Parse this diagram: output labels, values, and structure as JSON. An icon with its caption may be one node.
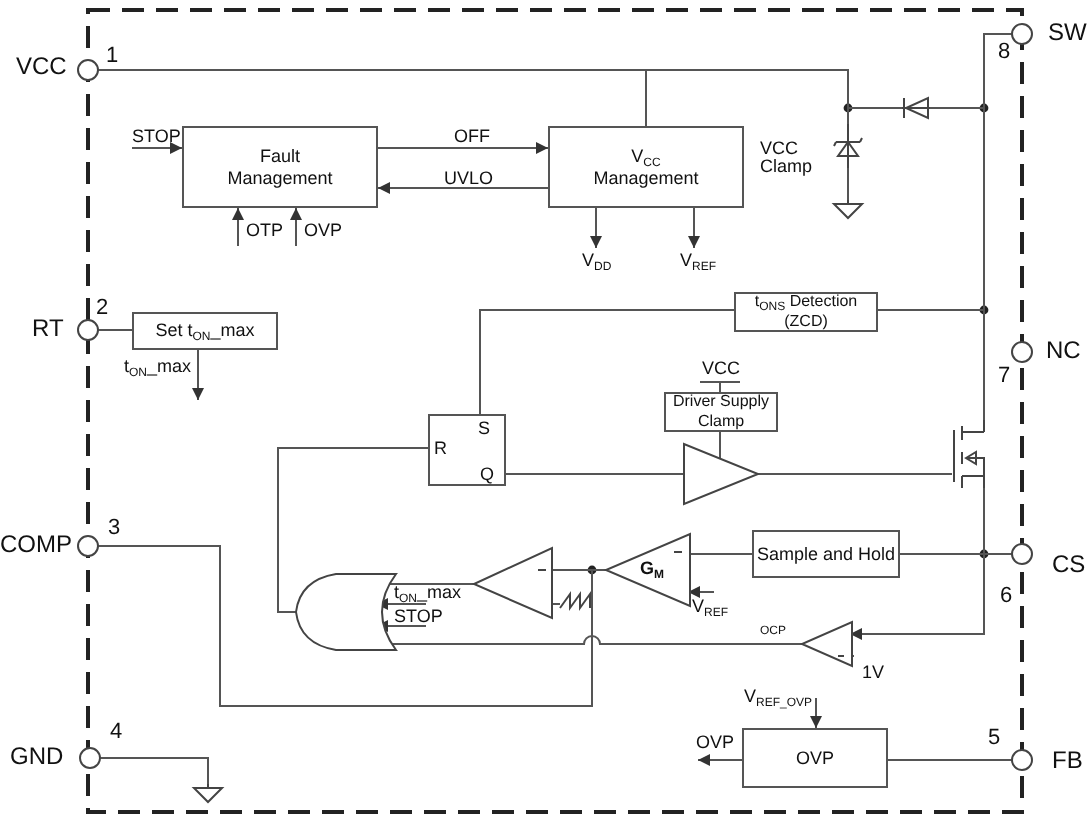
{
  "diagram": {
    "nodes": [
      {
        "text": [
          "VCC"
        ],
        "beside": [
          "1"
        ]
      },
      {
        "text": [
          "SW"
        ],
        "beside": [
          "8"
        ]
      },
      {
        "text": [
          "Fault Management"
        ]
      },
      {
        "text": [
          "V$_{CC}$ Management"
        ]
      },
      {
        "text": [],
        "shape": "diode",
        "beside": [
          "VCC Clamp"
        ]
      },
      {
        "text": [],
        "shape": "diode"
      },
      {
        "text": [],
        "shape": "ground"
      },
      {
        "text": [
          "RT"
        ],
        "beside": [
          "2"
        ]
      },
      {
        "text": [
          "Set t$_{ON}$_max"
        ]
      },
      {
        "text": [
          "t$_{ONS}$ Detection (ZCD)"
        ]
      },
      {
        "text": [
          "NC"
        ],
        "beside": [
          "7"
        ]
      },
      {
        "text": [
          "S",
          "R",
          "Q"
        ]
      },
      {
        "text": [
          "Driver Supply Clamp"
        ]
      },
      {
        "text": [],
        "shape": "triangle"
      },
      {
        "text": [],
        "shape": "transistor"
      },
      {
        "text": [
          "COMP"
        ],
        "beside": [
          "3"
        ]
      },
      {
        "text": [],
        "shape": "triangle"
      },
      {
        "text": [],
        "shape": "ramp"
      },
      {
        "text": [
          "G$_{M}$"
        ]
      },
      {
        "text": [
          "Sample and Hold"
        ]
      },
      {
        "text": [
          "CS"
        ],
        "beside": [
          "6"
        ]
      },
      {
        "text": [],
        "shape": "gate"
      },
      {
        "text": [],
        "shape": "triangle"
      },
      {
        "text": [
          "GND"
        ],
        "beside": [
          "4"
        ]
      },
      {
        "text": [],
        "shape": "ground"
      },
      {
        "text": [
          "OVP"
        ]
      },
      {
        "text": [
          "FB"
        ],
        "beside": [
          "5"
        ]
      }
    ],
    "edges": [
      {
        "from": 0,
        "to": 3,
        "arrow": "none"
      },
      {
        "from": 0,
        "to": 4,
        "arrow": "none"
      },
      {
        "from": 5,
        "to": 4,
        "arrow": "none"
      },
      {
        "from": 1,
        "to": 5,
        "arrow": "none"
      },
      {
        "from": 4,
        "to": 6,
        "arrow": "none"
      },
      {
        "from": 2,
        "to": 3,
        "arrow": "to",
        "label": "OFF"
      },
      {
        "from": 3,
        "to": 2,
        "arrow": "to",
        "label": "UVLO"
      },
      {
        "from": null,
        "to": 2,
        "arrow": "to",
        "label": "STOP"
      },
      {
        "from": null,
        "to": 2,
        "arrow": "to",
        "label": "OTP"
      },
      {
        "from": null,
        "to": 2,
        "arrow": "to",
        "label": "OVP"
      },
      {
        "from": 3,
        "to": null,
        "arrow": "to",
        "label": "V$_{DD}$"
      },
      {
        "from": 3,
        "to": null,
        "arrow": "to",
        "label": "V$_{REF}$"
      },
      {
        "from": 7,
        "to": 8,
        "arrow": "none"
      },
      {
        "from": 8,
        "to": null,
        "arrow": "to",
        "label": "t$_{ON}$_max"
      },
      {
        "from": 1,
        "to": 9,
        "arrow": "none"
      },
      {
        "from": 9,
        "to": 11,
        "arrow": "none"
      },
      {
        "from": 11,
        "to": 13,
        "arrow": "none"
      },
      {
        "from": null,
        "to": 12,
        "arrow": "none",
        "label": "VCC"
      },
      {
        "from": 12,
        "to": 13,
        "arrow": "none"
      },
      {
        "from": 13,
        "to": 14,
        "arrow": "none"
      },
      {
        "from": 1,
        "to": 14,
        "arrow": "none"
      },
      {
        "from": 14,
        "to": 20,
        "arrow": "none"
      },
      {
        "from": 20,
        "to": 19,
        "arrow": "none"
      },
      {
        "from": 19,
        "to": 18,
        "arrow": "none"
      },
      {
        "from": null,
        "to": 18,
        "arrow": "to",
        "label": "V$_{REF}$"
      },
      {
        "from": 18,
        "to": 16,
        "arrow": "none"
      },
      {
        "from": 18,
        "to": 15,
        "arrow": "none"
      },
      {
        "from": 17,
        "to": 16,
        "arrow": "to"
      },
      {
        "from": 16,
        "to": 21,
        "arrow": "none"
      },
      {
        "from": null,
        "to": 21,
        "arrow": "to",
        "label": "t$_{ON}$_max"
      },
      {
        "from": null,
        "to": 21,
        "arrow": "to",
        "label": "STOP"
      },
      {
        "from": 22,
        "to": 21,
        "arrow": "none",
        "label": "OCP"
      },
      {
        "from": 20,
        "to": 22,
        "arrow": "to"
      },
      {
        "from": null,
        "to": 22,
        "arrow": "none",
        "label": "1V"
      },
      {
        "from": 21,
        "to": 11,
        "arrow": "none"
      },
      {
        "from": 23,
        "to": 24,
        "arrow": "none"
      },
      {
        "from": 26,
        "to": 25,
        "arrow": "none"
      },
      {
        "from": 25,
        "to": null,
        "arrow": "to",
        "label": "OVP"
      },
      {
        "from": null,
        "to": 25,
        "arrow": "to",
        "label": "V$_{REF_OVP}$"
      }
    ]
  }
}
